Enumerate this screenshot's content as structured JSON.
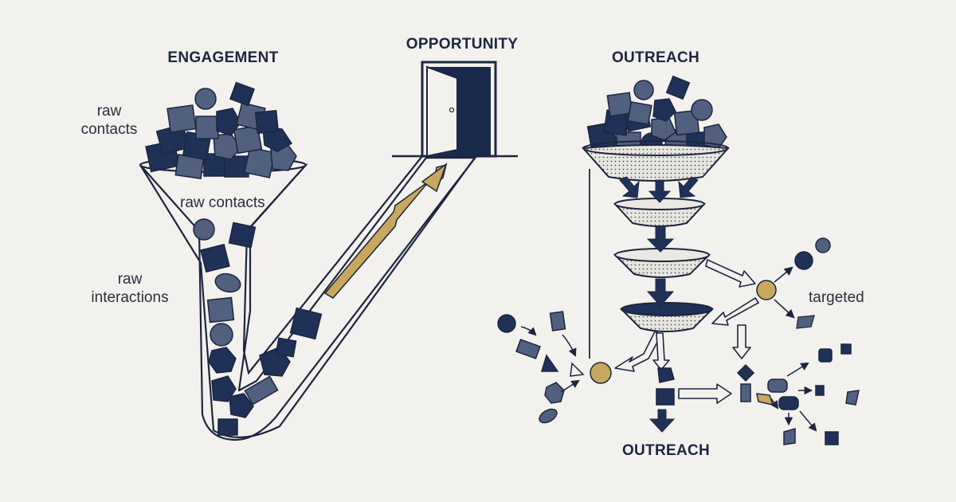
{
  "labels": {
    "engagement": "ENGAGEMENT",
    "opportunity": "OPPORTUNITY",
    "outreach_top": "OUTREACH",
    "outreach_bottom": "OUTREACH",
    "raw_contacts_left": "raw\ncontacts",
    "raw_contacts_funnel": "raw contacts",
    "raw_interactions": "raw\ninteractions",
    "targeted": "targeted"
  },
  "colors": {
    "background": "#f2f1ed",
    "ink": "#1d2640",
    "navy": "#1f3157",
    "slate": "#51607e",
    "gold": "#c8a85e"
  }
}
